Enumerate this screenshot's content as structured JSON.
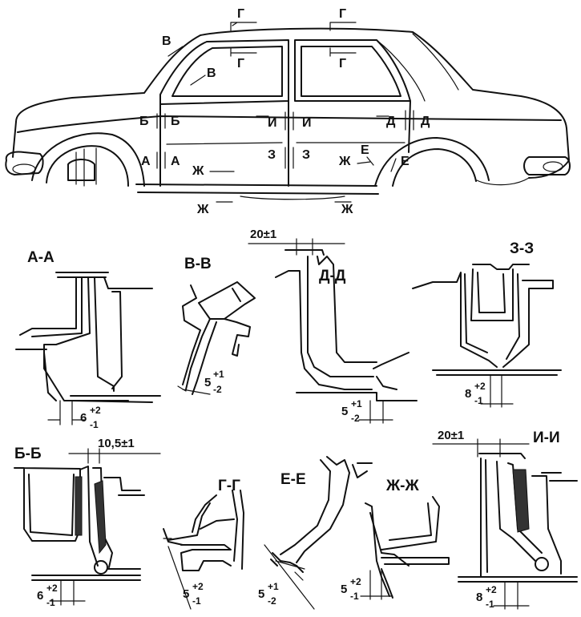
{
  "car_markers": {
    "g_roof_left": "Г",
    "g_roof_right": "Г",
    "g_door_left": "Г",
    "g_door_right": "Г",
    "v_top": "В",
    "v_bottom": "В",
    "b_left": "Б",
    "b_right": "Б",
    "a_left": "А",
    "a_right": "А",
    "i_left": "И",
    "i_right": "И",
    "z_left": "З",
    "z_right": "З",
    "d_left": "Д",
    "d_right": "Д",
    "e_top": "Е",
    "e_bottom": "Е",
    "zh_sill_left": "Ж",
    "zh_sill_right": "Ж",
    "zh_bottom_left": "Ж",
    "zh_bottom_right": "Ж"
  },
  "sections": {
    "aa": {
      "title": "А-А",
      "dim_base": "6",
      "dim_upper": "+2",
      "dim_lower": "-1"
    },
    "vv": {
      "title": "В-В",
      "dim_base": "5",
      "dim_upper": "+1",
      "dim_lower": "-2"
    },
    "dd": {
      "title": "Д-Д",
      "dim_top": "20±1",
      "dim_base": "5",
      "dim_upper": "+1",
      "dim_lower": "-2"
    },
    "zz": {
      "title": "З-З",
      "dim_base": "8",
      "dim_upper": "+2",
      "dim_lower": "-1"
    },
    "bb": {
      "title": "Б-Б",
      "dim_top": "10,5±1",
      "dim_base": "6",
      "dim_upper": "+2",
      "dim_lower": "-1"
    },
    "gg": {
      "title": "Г-Г",
      "dim_base": "5",
      "dim_upper": "+2",
      "dim_lower": "-1"
    },
    "ee": {
      "title": "Е-Е",
      "dim_base": "5",
      "dim_upper": "+1",
      "dim_lower": "-2"
    },
    "zhzh": {
      "title": "Ж-Ж",
      "dim_base": "5",
      "dim_upper": "+2",
      "dim_lower": "-1"
    },
    "ii": {
      "title": "И-И",
      "dim_top": "20±1",
      "dim_base": "8",
      "dim_upper": "+2",
      "dim_lower": "-1"
    }
  }
}
